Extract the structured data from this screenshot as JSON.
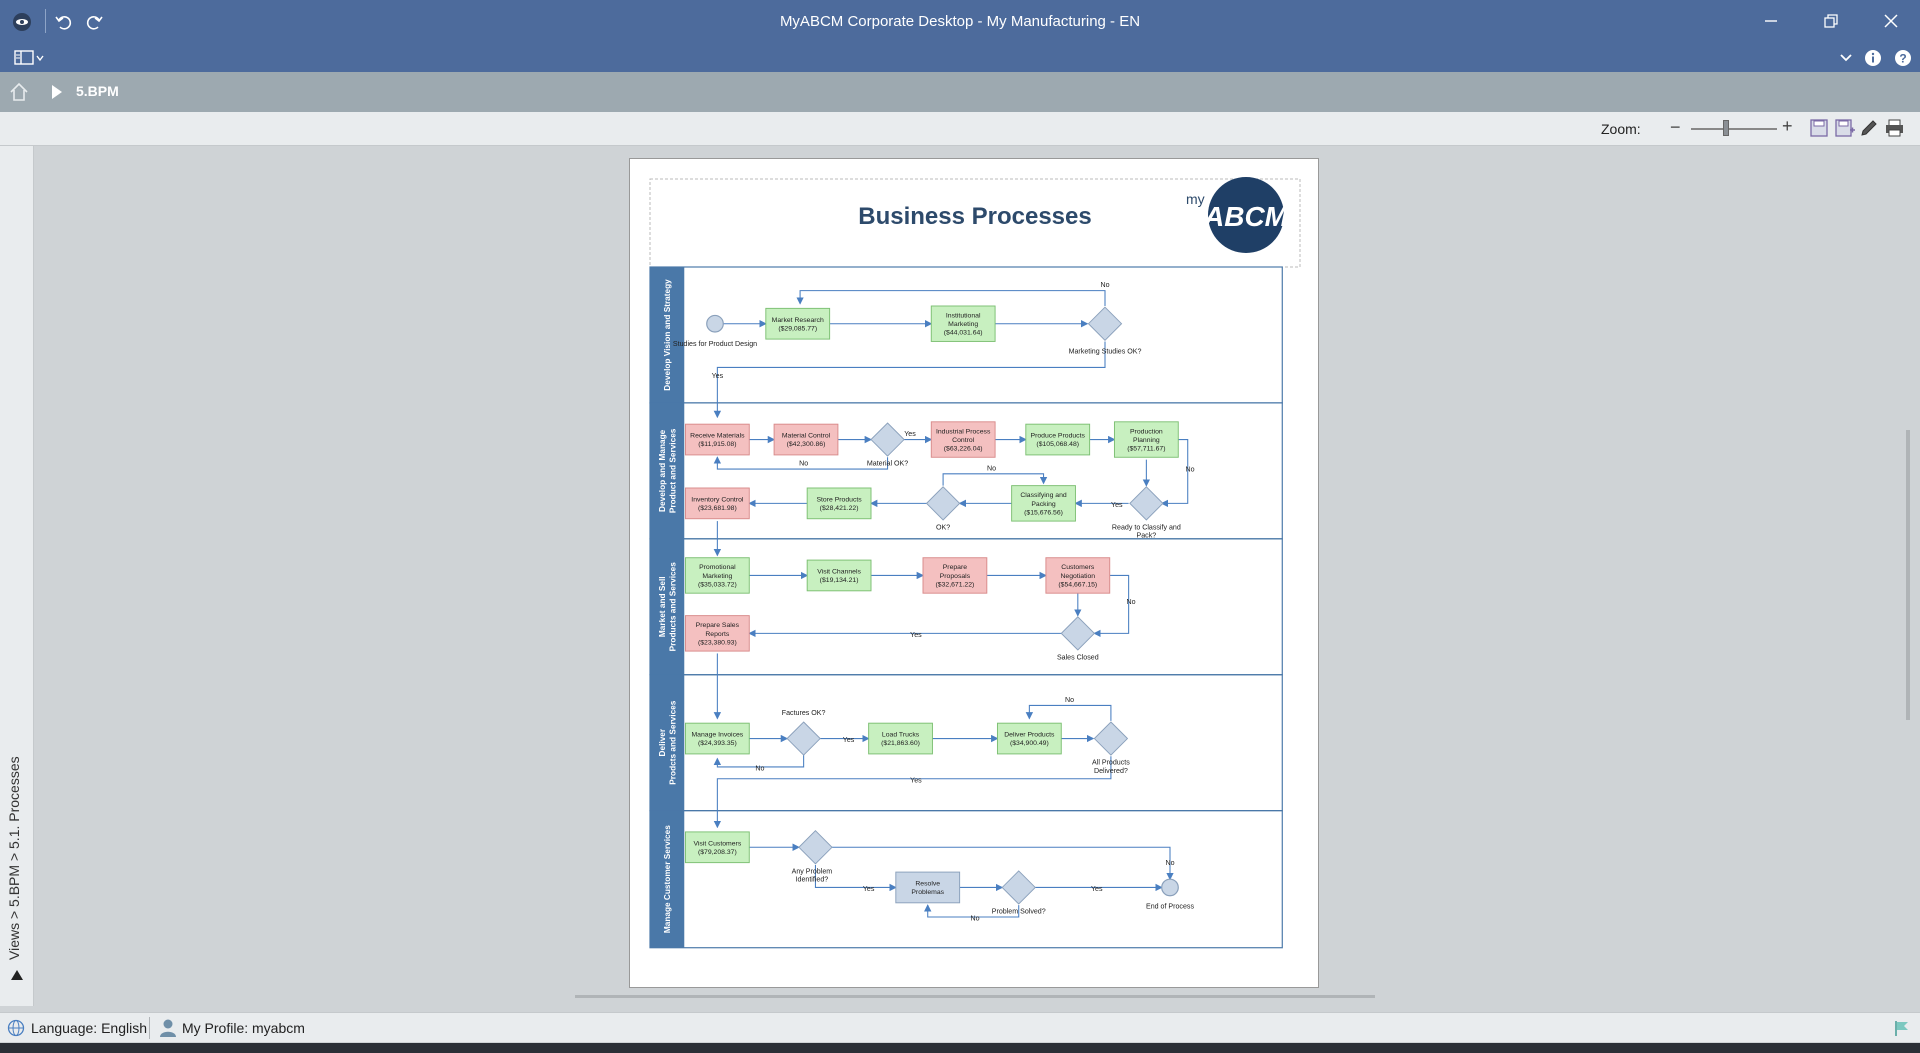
{
  "window": {
    "title": "MyABCM Corporate Desktop - My Manufacturing - EN"
  },
  "breadcrumb": {
    "current": "5.BPM"
  },
  "toolbar": {
    "zoom_label": "Zoom:",
    "zoom_minus": "−",
    "zoom_plus": "+",
    "zoom_fraction": 0.4
  },
  "sidebar": {
    "path": "Views > 5.BPM > 5.1. Processes"
  },
  "status": {
    "language": "Language: English",
    "profile": "My Profile: myabcm"
  },
  "diagram": {
    "title": "Business Processes",
    "logo_my": "my",
    "logo_text": "ABCM",
    "lanes": [
      "Develop Vision and Strategy",
      "Develop and Manage Product and Services",
      "Market and Sell Products and Services",
      "Deliver Prodcts and Services",
      "Manage Customer Services"
    ],
    "lane_lines": [
      [
        "Develop Vision and Strategy"
      ],
      [
        "Develop and Manage",
        "Product and Services"
      ],
      [
        "Market and Sell",
        "Products and Services"
      ],
      [
        "Deliver",
        "Prodcts and Services"
      ],
      [
        "Manage Customer Services"
      ]
    ],
    "tasks": [
      {
        "id": "market_research",
        "lines": [
          "Market Research",
          "($29,085.77)"
        ],
        "color": "green"
      },
      {
        "id": "inst_marketing",
        "lines": [
          "Institutional",
          "Marketing",
          "($44,031.64)"
        ],
        "color": "green"
      },
      {
        "id": "receive_materials",
        "lines": [
          "Receive Materials",
          "($11,915.08)"
        ],
        "color": "red"
      },
      {
        "id": "material_control",
        "lines": [
          "Material Control",
          "($42,300.86)"
        ],
        "color": "red"
      },
      {
        "id": "ind_process",
        "lines": [
          "Industrial Process",
          "Control",
          "($63,226.04)"
        ],
        "color": "red"
      },
      {
        "id": "produce_products",
        "lines": [
          "Produce Products",
          "($105,068.48)"
        ],
        "color": "green"
      },
      {
        "id": "prod_planning",
        "lines": [
          "Production",
          "Planning",
          "($57,711.67)"
        ],
        "color": "green"
      },
      {
        "id": "inventory_control",
        "lines": [
          "Inventory Control",
          "($23,681.98)"
        ],
        "color": "red"
      },
      {
        "id": "store_products",
        "lines": [
          "Store Products",
          "($28,421.22)"
        ],
        "color": "green"
      },
      {
        "id": "classifying",
        "lines": [
          "Classifying and",
          "Packing",
          "($15,676.56)"
        ],
        "color": "green"
      },
      {
        "id": "promo_marketing",
        "lines": [
          "Promotional",
          "Marketing",
          "($35,033.72)"
        ],
        "color": "green"
      },
      {
        "id": "visit_channels",
        "lines": [
          "Visit Channels",
          "($19,134.21)"
        ],
        "color": "green"
      },
      {
        "id": "prepare_proposals",
        "lines": [
          "Prepare",
          "Proposals",
          "($32,671.22)"
        ],
        "color": "red"
      },
      {
        "id": "customers_negotiation",
        "lines": [
          "Customers",
          "Negotiation",
          "($54,667.15)"
        ],
        "color": "red"
      },
      {
        "id": "prepare_sales",
        "lines": [
          "Prepare Sales",
          "Reports",
          "($23,380.93)"
        ],
        "color": "red"
      },
      {
        "id": "manage_invoices",
        "lines": [
          "Manage Invoices",
          "($24,393.35)"
        ],
        "color": "green"
      },
      {
        "id": "load_trucks",
        "lines": [
          "Load Trucks",
          "($21,863.60)"
        ],
        "color": "green"
      },
      {
        "id": "deliver_products",
        "lines": [
          "Deliver Products",
          "($34,900.49)"
        ],
        "color": "green"
      },
      {
        "id": "visit_customers",
        "lines": [
          "Visit Customers",
          "($79,208.37)"
        ],
        "color": "green"
      },
      {
        "id": "resolve_problems",
        "lines": [
          "Resolve",
          "Problemas"
        ],
        "color": "blue"
      }
    ],
    "labels": {
      "start": "Studies for Product Design",
      "marketing_ok": "Marketing Studies OK?",
      "material_ok": "Material OK?",
      "ok": "OK?",
      "ready_classify": [
        "Ready to Classify and",
        "Pack?"
      ],
      "sales_closed": "Sales Closed",
      "factures_ok": "Factures OK?",
      "all_delivered": [
        "All Products",
        "Delivered?"
      ],
      "any_problem": [
        "Any Problem",
        "Identified?"
      ],
      "problem_solved": "Problem Solved?",
      "end": "End of Process",
      "yes": "Yes",
      "no": "No"
    }
  },
  "colors": {
    "titlebar": "#4d6b9c",
    "lane_header": "#4a78a8",
    "task_green": "#c8f0c0",
    "task_red": "#f4c0c0",
    "task_blue": "#c9d6e6",
    "flow": "#4a7fc1",
    "title_text": "#2d4a6b"
  }
}
